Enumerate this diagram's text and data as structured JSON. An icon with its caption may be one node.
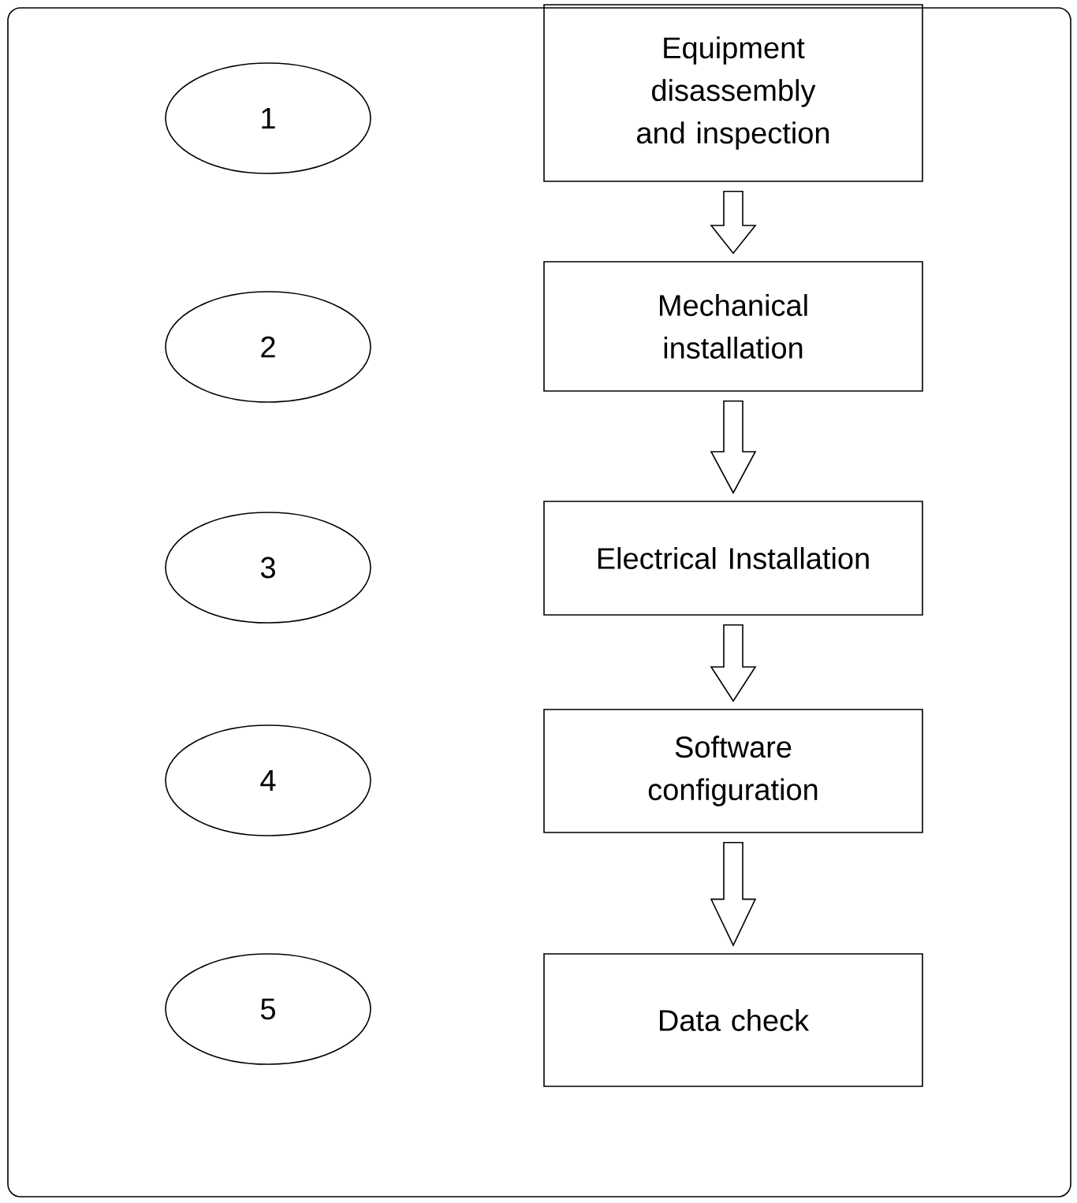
{
  "diagram": {
    "nodes": [
      {
        "text": [
          "1"
        ]
      },
      {
        "text": [
          "Equipment disassembly and inspection"
        ]
      },
      {
        "text": [
          "2"
        ]
      },
      {
        "text": [
          "Mechanical installation"
        ]
      },
      {
        "text": [
          "3"
        ]
      },
      {
        "text": [
          "Electrical Installation"
        ]
      },
      {
        "text": [
          "4"
        ]
      },
      {
        "text": [
          "Software configuration"
        ]
      },
      {
        "text": [
          "5"
        ]
      },
      {
        "text": [
          "Data check"
        ]
      }
    ],
    "edges": [
      {
        "from": 1,
        "to": 3,
        "arrow": "to"
      },
      {
        "from": 3,
        "to": 5,
        "arrow": "to"
      },
      {
        "from": 5,
        "to": 7,
        "arrow": "to"
      },
      {
        "from": 7,
        "to": 9,
        "arrow": "to"
      }
    ]
  }
}
